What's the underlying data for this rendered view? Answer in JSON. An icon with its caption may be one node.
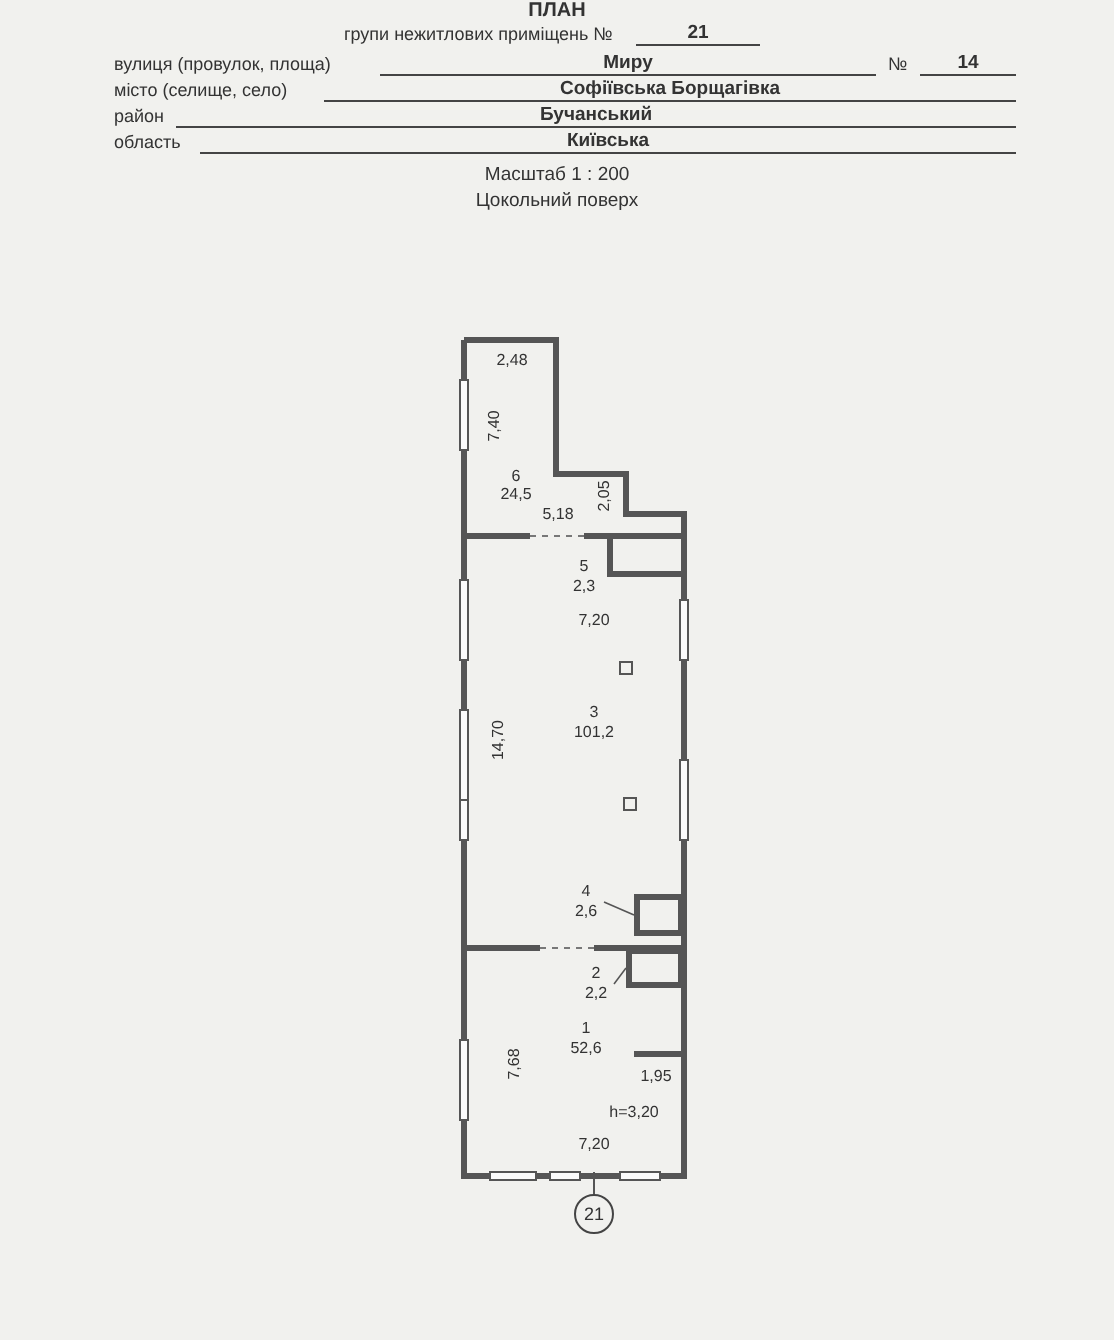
{
  "diagram": {
    "title": "ПЛАН",
    "nodes": [
      {
        "text": [
          "4",
          "2,6"
        ]
      },
      {
        "text": [],
        "shape": "box"
      },
      {
        "text": [
          "2",
          "2,2"
        ]
      },
      {
        "text": [],
        "shape": "box"
      },
      {
        "text": [
          "21"
        ]
      }
    ],
    "edges": [
      {
        "from": 0,
        "to": 1,
        "arrow": "none"
      },
      {
        "from": 2,
        "to": 3,
        "arrow": "none"
      }
    ],
    "labels": [
      "групи нежитлових приміщень №",
      "21",
      "вулиця (провулок, площа)",
      "Миру",
      "№",
      "14",
      "місто (селище, село)",
      "Софіївська Борщагівка",
      "район",
      "Бучанський",
      "область",
      "Київська",
      "Масштаб 1 : 200",
      "Цокольний поверх",
      "2,48",
      "7,40",
      "6",
      "24,5",
      "5,18",
      "2,05",
      "5",
      "2,3",
      "7,20",
      "3",
      "101,2",
      "14,70",
      "1",
      "52,6",
      "7,68",
      "1,95",
      "h=3,20",
      "7,20"
    ]
  }
}
